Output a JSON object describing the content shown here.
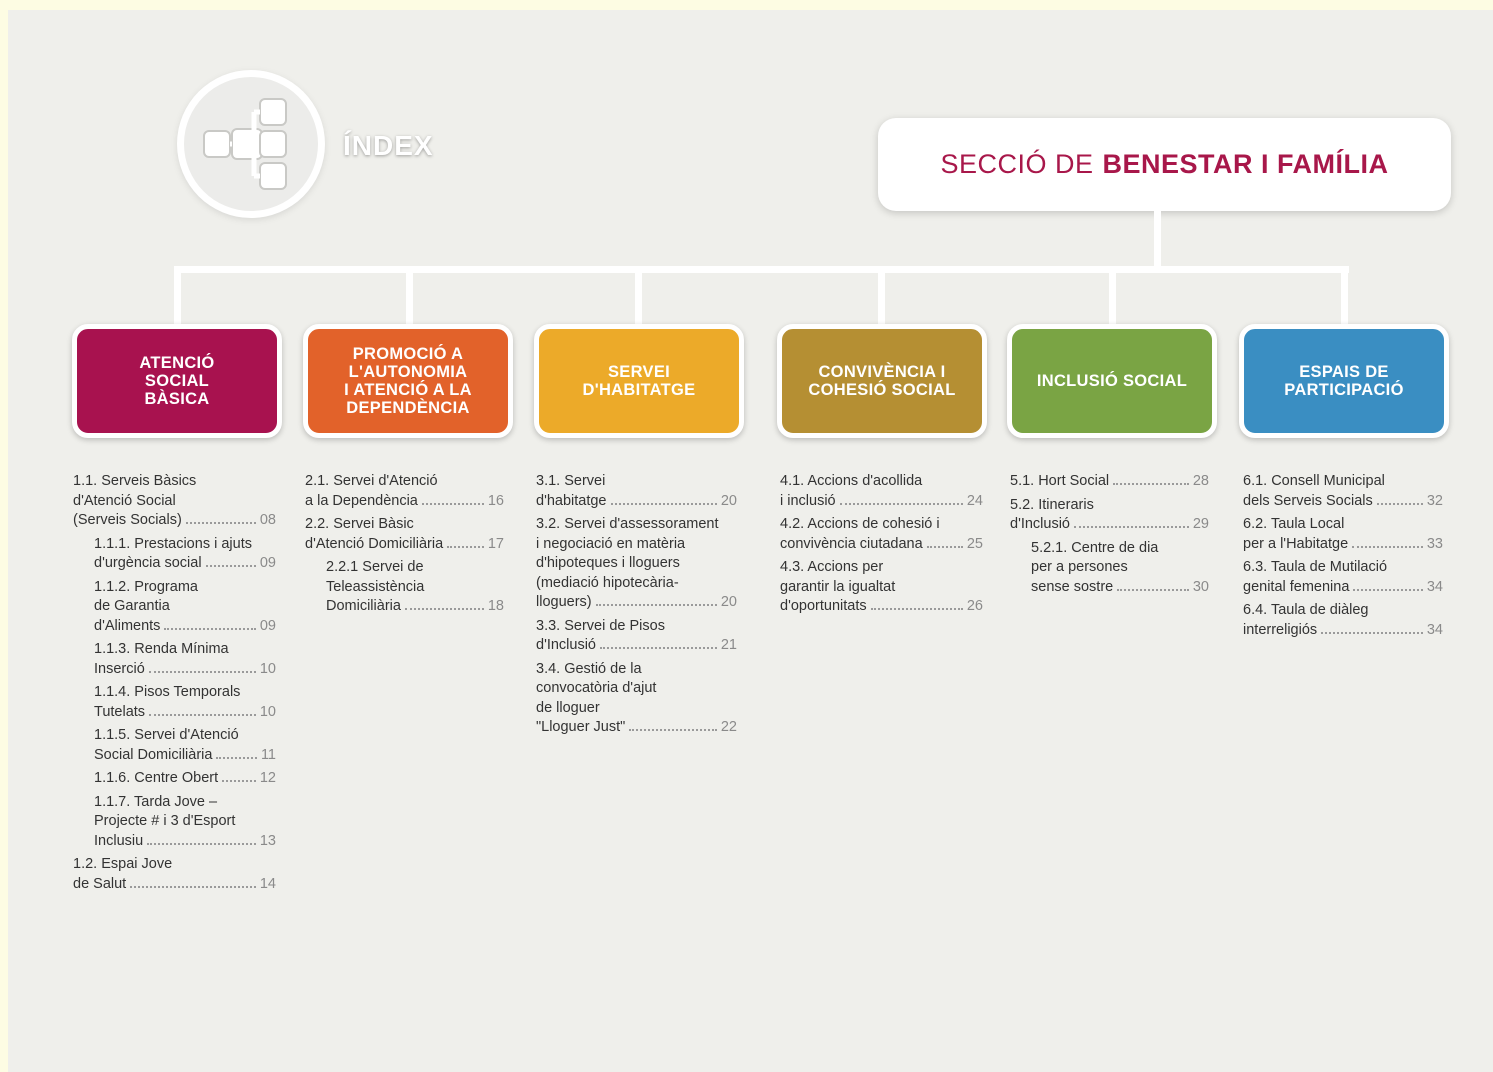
{
  "header": {
    "index_title": "ÍNDEX",
    "section_prefix": "SECCIÓ DE",
    "section_bold": "BENESTAR I FAMÍLIA"
  },
  "categories": [
    {
      "lines": [
        "ATENCIÓ",
        "SOCIAL",
        "BÀSICA"
      ],
      "color": "#a8124f"
    },
    {
      "lines": [
        "PROMOCIÓ A",
        "L'AUTONOMIA",
        "I ATENCIÓ A LA",
        "DEPENDÈNCIA"
      ],
      "color": "#e2622a"
    },
    {
      "lines": [
        "SERVEI",
        "D'HABITATGE"
      ],
      "color": "#ecaa29"
    },
    {
      "lines": [
        "CONVIVÈNCIA I",
        "COHESIÓ SOCIAL"
      ],
      "color": "#b58f33"
    },
    {
      "lines": [
        "INCLUSIÓ SOCIAL"
      ],
      "color": "#7aa444"
    },
    {
      "lines": [
        "ESPAIS DE",
        "PARTICIPACIÓ"
      ],
      "color": "#3a8ec2"
    }
  ],
  "columns": [
    [
      {
        "lines": [
          "1.1. Serveis Bàsics",
          "d'Atenció Social",
          "(Serveis Socials)"
        ],
        "page": "08",
        "sub": false
      },
      {
        "lines": [
          "1.1.1. Prestacions i ajuts",
          "d'urgència social"
        ],
        "page": "09",
        "sub": true
      },
      {
        "lines": [
          "1.1.2. Programa",
          "de Garantia",
          "d'Aliments"
        ],
        "page": "09",
        "sub": true
      },
      {
        "lines": [
          "1.1.3. Renda Mínima",
          "Inserció"
        ],
        "page": "10",
        "sub": true
      },
      {
        "lines": [
          "1.1.4. Pisos Temporals",
          "Tutelats"
        ],
        "page": "10",
        "sub": true
      },
      {
        "lines": [
          "1.1.5. Servei d'Atenció",
          "Social Domiciliària"
        ],
        "page": "11",
        "sub": true
      },
      {
        "lines": [
          "1.1.6. Centre Obert"
        ],
        "page": "12",
        "sub": true
      },
      {
        "lines": [
          "1.1.7. Tarda Jove –",
          "Projecte # i 3 d'Esport",
          "Inclusiu"
        ],
        "page": "13",
        "sub": true
      },
      {
        "lines": [
          "1.2. Espai Jove",
          "de Salut"
        ],
        "page": "14",
        "sub": false
      }
    ],
    [
      {
        "lines": [
          "2.1. Servei d'Atenció",
          "a la Dependència"
        ],
        "page": "16",
        "sub": false
      },
      {
        "lines": [
          "2.2. Servei Bàsic",
          "d'Atenció Domiciliària"
        ],
        "page": "17",
        "sub": false
      },
      {
        "lines": [
          "2.2.1 Servei de",
          "Teleassistència",
          "Domiciliària"
        ],
        "page": "18",
        "sub": true
      }
    ],
    [
      {
        "lines": [
          "3.1. Servei",
          "d'habitatge"
        ],
        "page": "20",
        "sub": false
      },
      {
        "lines": [
          "3.2. Servei d'assessorament",
          "i negociació en matèria",
          "d'hipoteques i lloguers",
          "(mediació hipotecària-",
          "lloguers)"
        ],
        "page": "20",
        "sub": false
      },
      {
        "lines": [
          "3.3. Servei de Pisos",
          "d'Inclusió"
        ],
        "page": "21",
        "sub": false
      },
      {
        "lines": [
          "3.4. Gestió de la",
          "convocatòria d'ajut",
          "de lloguer",
          "\"Lloguer Just\""
        ],
        "page": "22",
        "sub": false
      }
    ],
    [
      {
        "lines": [
          "4.1. Accions d'acollida",
          "i inclusió"
        ],
        "page": "24",
        "sub": false
      },
      {
        "lines": [
          "4.2. Accions de cohesió i",
          "convivència ciutadana"
        ],
        "page": "25",
        "sub": false
      },
      {
        "lines": [
          "4.3. Accions per",
          "garantir la igualtat",
          "d'oportunitats"
        ],
        "page": "26",
        "sub": false
      }
    ],
    [
      {
        "lines": [
          "5.1. Hort Social"
        ],
        "page": "28",
        "sub": false
      },
      {
        "lines": [
          "5.2. Itineraris",
          "d'Inclusió"
        ],
        "page": "29",
        "sub": false
      },
      {
        "lines": [
          "5.2.1. Centre de dia",
          "per a persones",
          "sense sostre"
        ],
        "page": "30",
        "sub": true
      }
    ],
    [
      {
        "lines": [
          "6.1. Consell Municipal",
          "dels Serveis Socials"
        ],
        "page": "32",
        "sub": false
      },
      {
        "lines": [
          "6.2. Taula Local",
          "per a l'Habitatge"
        ],
        "page": "33",
        "sub": false
      },
      {
        "lines": [
          "6.3. Taula de Mutilació",
          "genital femenina"
        ],
        "page": "34",
        "sub": false
      },
      {
        "lines": [
          "6.4. Taula de diàleg",
          "interreligiós"
        ],
        "page": "34",
        "sub": false
      }
    ]
  ]
}
